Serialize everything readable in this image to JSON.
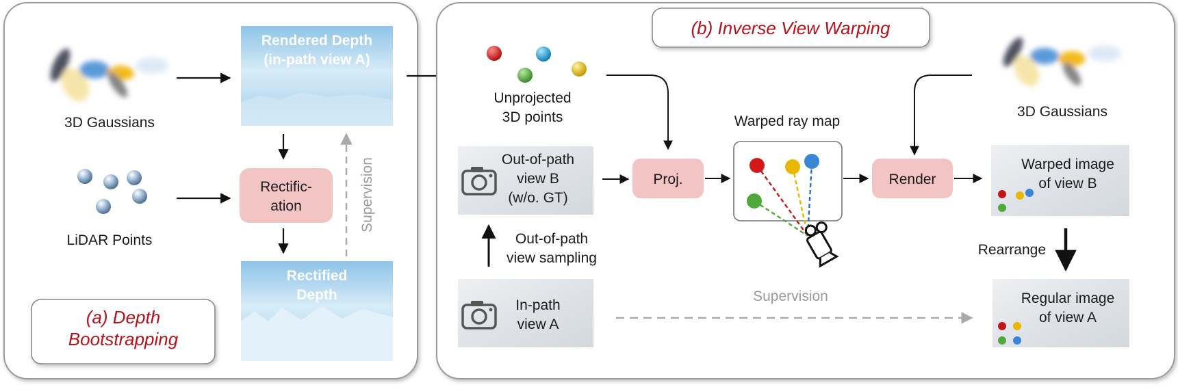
{
  "panel_a": {
    "title_line1": "(a) Depth",
    "title_line2": "Bootstrapping",
    "gaussians_label": "3D Gaussians",
    "lidar_label": "LiDAR Points",
    "rendered_depth_line1": "Rendered Depth",
    "rendered_depth_line2": "(in-path view A)",
    "rectification_line1": "Rectific-",
    "rectification_line2": "ation",
    "rectified_line1": "Rectified",
    "rectified_line2": "Depth",
    "supervision": "Supervision"
  },
  "panel_b": {
    "title": "(b) Inverse View Warping",
    "unprojected_line1": "Unprojected",
    "unprojected_line2": "3D points",
    "outpath_line1": "Out-of-path",
    "outpath_line2": "view B",
    "outpath_line3": "(w/o. GT)",
    "sampling_line1": "Out-of-path",
    "sampling_line2": "view sampling",
    "inpath_line1": "In-path",
    "inpath_line2": "view A",
    "proj": "Proj.",
    "warped_ray_map": "Warped ray map",
    "render": "Render",
    "gaussians_label": "3D Gaussians",
    "warped_img_line1": "Warped image",
    "warped_img_line2": "of view B",
    "rearrange": "Rearrange",
    "regular_img_line1": "Regular image",
    "regular_img_line2": "of view A",
    "supervision": "Supervision"
  },
  "colors": {
    "red_title": "#b3121b",
    "module_fill": "#f2c4c4",
    "sphere_red": "#d21818",
    "sphere_cyan": "#1aa0d8",
    "sphere_green": "#4ea83a",
    "sphere_yellow": "#e8b800",
    "gaussian_blue": "#4a8fd6",
    "gaussian_yellow": "#f0b400",
    "gaussian_dark": "#3a4150"
  },
  "icons": [
    "camera-icon",
    "video-camera-icon",
    "gaussian-blobs-icon",
    "lidar-spheres-icon"
  ]
}
